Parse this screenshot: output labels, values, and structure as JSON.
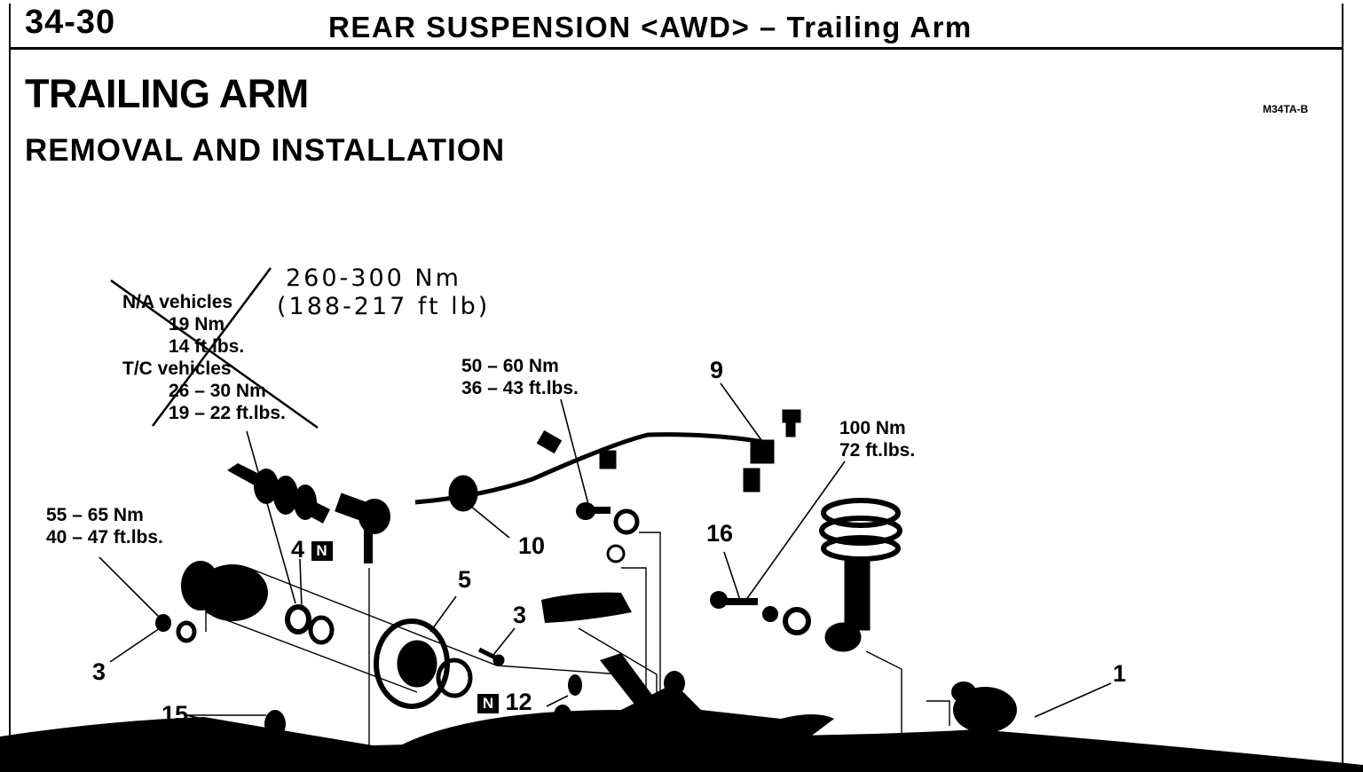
{
  "header": {
    "page_number": "34-30",
    "title": "REAR SUSPENSION <AWD> – Trailing Arm"
  },
  "section": {
    "title": "TRAILING ARM",
    "ref_code": "M34TA-B",
    "subtitle": "REMOVAL AND INSTALLATION"
  },
  "handwritten": {
    "line1": "260-300 Nm",
    "line2": "(188-217 ft lb)"
  },
  "torque_specs": {
    "na_vehicles": {
      "label": "N/A vehicles",
      "nm": "19 Nm",
      "ftlbs": "14 ft.lbs."
    },
    "tc_vehicles": {
      "label": "T/C vehicles",
      "nm": "26 – 30 Nm",
      "ftlbs": "19 – 22 ft.lbs."
    },
    "spec_55_65": {
      "nm": "55 – 65 Nm",
      "ftlbs": "40 – 47 ft.lbs."
    },
    "spec_50_60": {
      "nm": "50 – 60 Nm",
      "ftlbs": "36 – 43 ft.lbs."
    },
    "spec_100": {
      "nm": "100 Nm",
      "ftlbs": "72 ft.lbs."
    }
  },
  "callouts": {
    "n1": "1",
    "n3_left": "3",
    "n3_center": "3",
    "n4": "4",
    "n5": "5",
    "n9": "9",
    "n10": "10",
    "n12": "12",
    "n15": "15",
    "n16": "16",
    "new_part_mark": "N"
  }
}
